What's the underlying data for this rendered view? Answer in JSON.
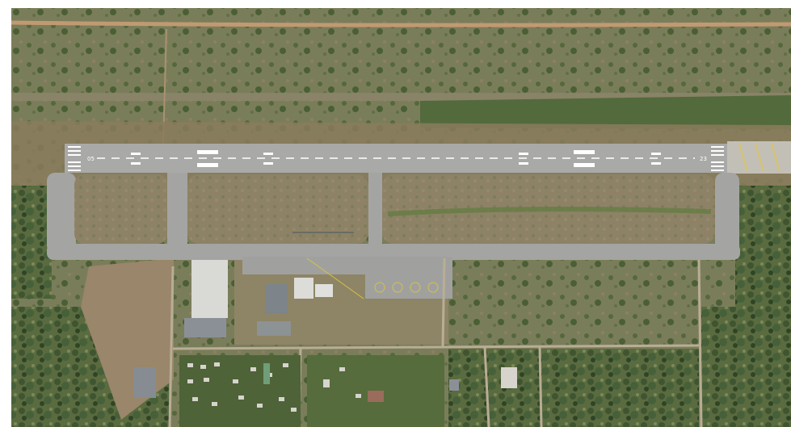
{
  "scene": {
    "type": "aerial-photo",
    "subject": "airfield"
  },
  "runway": {
    "designator_west": "05",
    "designator_east": "23"
  },
  "colors": {
    "scrub": "#6e7a52",
    "dark_vegetation": "#4f6236",
    "light_vegetation": "#7f8c5a",
    "soil": "#8f8060",
    "dirt_road": "#c19a72",
    "pavement": "#a9aaa7",
    "pavement_dark": "#999a97",
    "grass_infield": "#8c7f62",
    "markings": "#ffffff",
    "taxi_line": "#d4c04a",
    "roof_light": "#d9d9d6",
    "roof_metal": "#8b9097",
    "roof_red": "#9a6c5c",
    "roof_green": "#6f9e79"
  }
}
